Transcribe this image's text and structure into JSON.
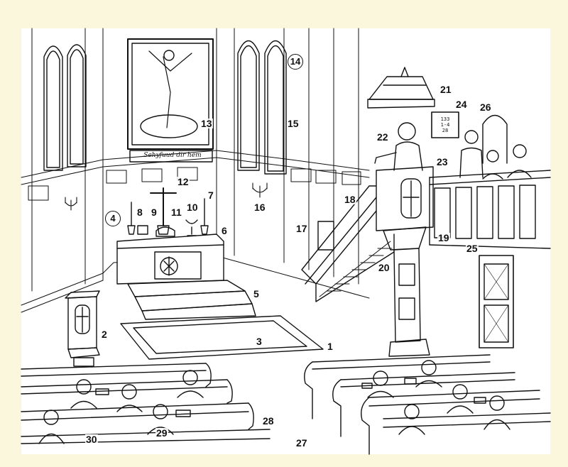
{
  "banner_text": "Sehyfuud dir hem",
  "hymn_board": [
    "133",
    "1-4",
    "28"
  ],
  "labels": {
    "n1": "1",
    "n2": "2",
    "n3": "3",
    "n4": "4",
    "n5": "5",
    "n6": "6",
    "n7": "7",
    "n8": "8",
    "n9": "9",
    "n10": "10",
    "n11": "11",
    "n12": "12",
    "n13": "13",
    "n14": "14",
    "n15": "15",
    "n16": "16",
    "n17": "17",
    "n18": "18",
    "n19": "19",
    "n20": "20",
    "n21": "21",
    "n22": "22",
    "n23": "23",
    "n24": "24",
    "n25": "25",
    "n26": "26",
    "n27": "27",
    "n28": "28",
    "n29": "29",
    "n30": "30"
  },
  "colors": {
    "background": "#fbf7dc",
    "ink": "#111111",
    "paper": "#ffffff"
  }
}
